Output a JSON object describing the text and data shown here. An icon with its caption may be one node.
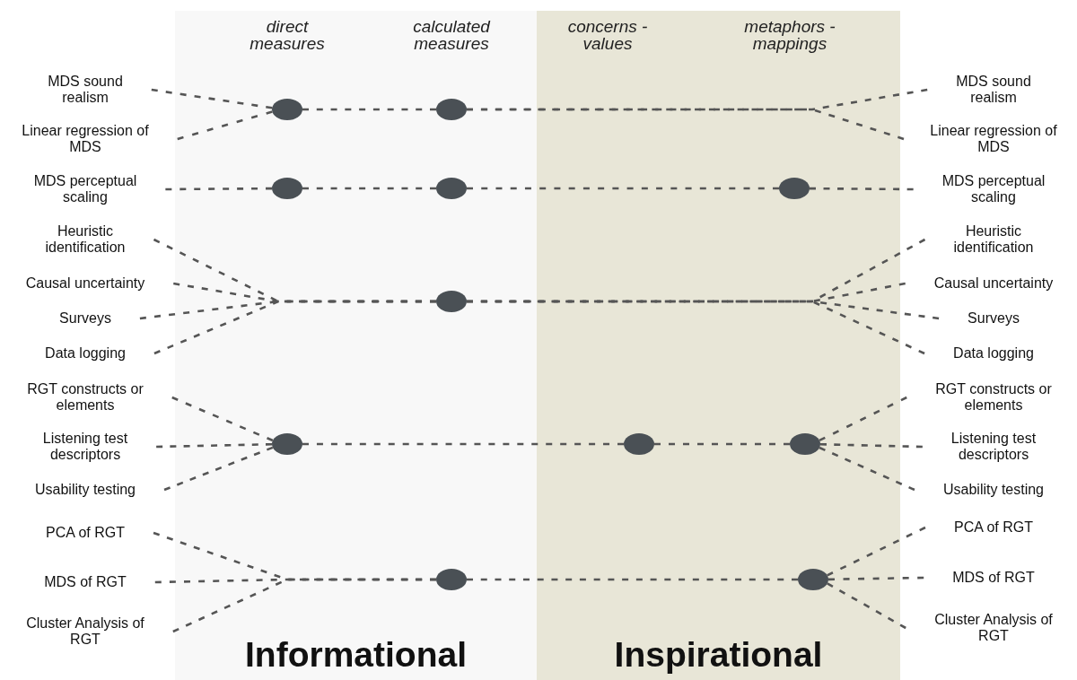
{
  "diagram": {
    "nodes": [
      {
        "text": [
          "Informational"
        ]
      },
      {
        "text": [
          "Inspirational"
        ]
      },
      {
        "text": [
          "MDS sound realism"
        ]
      },
      {
        "text": [
          "Linear regression of MDS"
        ]
      },
      {
        "text": [
          "MDS perceptual scaling"
        ]
      },
      {
        "text": [
          "Heuristic identification"
        ]
      },
      {
        "text": [
          "Causal uncertainty"
        ]
      },
      {
        "text": [
          "Surveys"
        ]
      },
      {
        "text": [
          "Data logging"
        ]
      },
      {
        "text": [
          "RGT constructs or elements"
        ]
      },
      {
        "text": [
          "Listening test descriptors"
        ]
      },
      {
        "text": [
          "Usability testing"
        ]
      },
      {
        "text": [
          "PCA of RGT"
        ]
      },
      {
        "text": [
          "MDS of RGT"
        ]
      },
      {
        "text": [
          "Cluster Analysis of RGT"
        ]
      },
      {
        "text": [
          "MDS sound realism"
        ]
      },
      {
        "text": [
          "Linear regression of MDS"
        ]
      },
      {
        "text": [
          "MDS perceptual scaling"
        ]
      },
      {
        "text": [
          "Heuristic identification"
        ]
      },
      {
        "text": [
          "Causal uncertainty"
        ]
      },
      {
        "text": [
          "Surveys"
        ]
      },
      {
        "text": [
          "Data logging"
        ]
      },
      {
        "text": [
          "RGT constructs or elements"
        ]
      },
      {
        "text": [
          "Listening test descriptors"
        ]
      },
      {
        "text": [
          "Usability testing"
        ]
      },
      {
        "text": [
          "PCA of RGT"
        ]
      },
      {
        "text": [
          "MDS of RGT"
        ]
      },
      {
        "text": [
          "Cluster Analysis of RGT"
        ]
      },
      {
        "text": [],
        "shape": "circle",
        "in": 0
      },
      {
        "text": [],
        "shape": "circle",
        "in": 0
      },
      {
        "text": [],
        "shape": "circle",
        "in": 0
      },
      {
        "text": [],
        "shape": "circle",
        "in": 0
      },
      {
        "text": [],
        "shape": "circle",
        "in": 1
      },
      {
        "text": [],
        "shape": "circle",
        "in": 0
      },
      {
        "text": [],
        "shape": "circle",
        "in": 0
      },
      {
        "text": [],
        "shape": "circle",
        "in": 1
      },
      {
        "text": [],
        "shape": "circle",
        "in": 1
      },
      {
        "text": [],
        "shape": "circle",
        "in": 0
      },
      {
        "text": [],
        "shape": "circle",
        "in": 1
      }
    ],
    "edges": [
      {
        "from": 2,
        "to": 28,
        "arrow": "none",
        "style": "dashed"
      },
      {
        "from": 3,
        "to": 28,
        "arrow": "none",
        "style": "dashed"
      },
      {
        "from": 28,
        "to": 29,
        "arrow": "none",
        "style": "dashed"
      },
      {
        "from": 29,
        "to": 15,
        "arrow": "none",
        "style": "dashed"
      },
      {
        "from": 29,
        "to": 16,
        "arrow": "none",
        "style": "dashed"
      },
      {
        "from": 4,
        "to": 30,
        "arrow": "none",
        "style": "dashed"
      },
      {
        "from": 30,
        "to": 31,
        "arrow": "none",
        "style": "dashed"
      },
      {
        "from": 31,
        "to": 32,
        "arrow": "none",
        "style": "dashed"
      },
      {
        "from": 32,
        "to": 17,
        "arrow": "none",
        "style": "dashed"
      },
      {
        "from": 5,
        "to": 33,
        "arrow": "none",
        "style": "dashed"
      },
      {
        "from": 6,
        "to": 33,
        "arrow": "none",
        "style": "dashed"
      },
      {
        "from": 7,
        "to": 33,
        "arrow": "none",
        "style": "dashed"
      },
      {
        "from": 8,
        "to": 33,
        "arrow": "none",
        "style": "dashed"
      },
      {
        "from": 33,
        "to": 18,
        "arrow": "none",
        "style": "dashed"
      },
      {
        "from": 33,
        "to": 19,
        "arrow": "none",
        "style": "dashed"
      },
      {
        "from": 33,
        "to": 20,
        "arrow": "none",
        "style": "dashed"
      },
      {
        "from": 33,
        "to": 21,
        "arrow": "none",
        "style": "dashed"
      },
      {
        "from": 9,
        "to": 34,
        "arrow": "none",
        "style": "dashed"
      },
      {
        "from": 10,
        "to": 34,
        "arrow": "none",
        "style": "dashed"
      },
      {
        "from": 11,
        "to": 34,
        "arrow": "none",
        "style": "dashed"
      },
      {
        "from": 34,
        "to": 35,
        "arrow": "none",
        "style": "dashed"
      },
      {
        "from": 35,
        "to": 36,
        "arrow": "none",
        "style": "dashed"
      },
      {
        "from": 36,
        "to": 22,
        "arrow": "none",
        "style": "dashed"
      },
      {
        "from": 36,
        "to": 23,
        "arrow": "none",
        "style": "dashed"
      },
      {
        "from": 36,
        "to": 24,
        "arrow": "none",
        "style": "dashed"
      },
      {
        "from": 12,
        "to": 37,
        "arrow": "none",
        "style": "dashed"
      },
      {
        "from": 13,
        "to": 37,
        "arrow": "none",
        "style": "dashed"
      },
      {
        "from": 14,
        "to": 37,
        "arrow": "none",
        "style": "dashed"
      },
      {
        "from": 37,
        "to": 38,
        "arrow": "none",
        "style": "dashed"
      },
      {
        "from": 38,
        "to": 25,
        "arrow": "none",
        "style": "dashed"
      },
      {
        "from": 38,
        "to": 26,
        "arrow": "none",
        "style": "dashed"
      },
      {
        "from": 38,
        "to": 27,
        "arrow": "none",
        "style": "dashed"
      }
    ],
    "labels": [
      "direct measures",
      "calculated measures",
      "concerns - values",
      "metaphors - mappings"
    ]
  }
}
